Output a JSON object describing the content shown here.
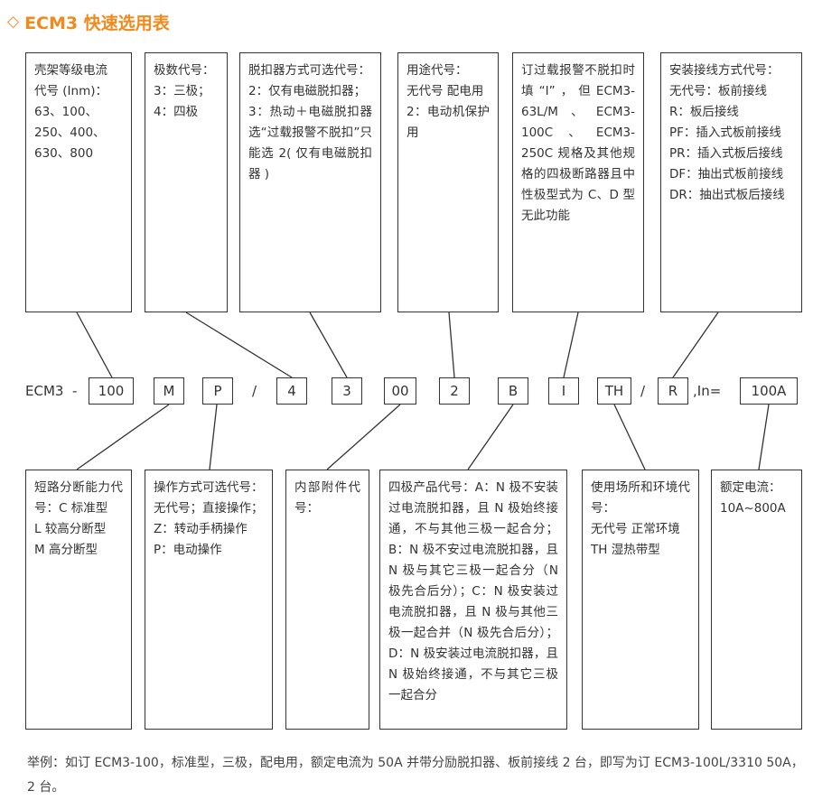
{
  "header": {
    "icon": "diamond-outline-icon",
    "title": "ECM3 快速选用表"
  },
  "top_boxes": [
    {
      "id": "frame-current",
      "text": "壳架等级电流\n代号 (Inm)：\n63、100、\n250、400、\n630、800"
    },
    {
      "id": "poles",
      "text": "极数代号：\n3：三极；\n4：四极"
    },
    {
      "id": "release-type",
      "text": "脱扣器方式可选代号：\n2：仅有电磁脱扣器；\n3：热动＋电磁脱扣器选“过载报警不脱扣”只能选 2( 仅有电磁脱扣器 )"
    },
    {
      "id": "usage",
      "text": "用途代号：\n无代号 配电用\n2：电动机保护用"
    },
    {
      "id": "overload-alarm",
      "text": "订过载报警不脱扣时填“I”，但ECM3-63L/M、ECM3-100C、ECM3-250C 规格及其他规格的四极断路器且中性极型式为 C、D 型无此功能"
    },
    {
      "id": "wiring",
      "text": "安装接线方式代号：\n无代号：板前接线\nR：板后接线\nPF：插入式板前接线\nPR：插入式板后接线\nDF：抽出式板前接线\nDR：抽出式板后接线"
    }
  ],
  "model_row": {
    "prefix": "ECM3",
    "dash": "-",
    "codes": [
      "100",
      "M",
      "P",
      "4",
      "3",
      "00",
      "2",
      "B",
      "I",
      "TH",
      "R",
      "100A"
    ],
    "slash1": "/",
    "slash2": "/",
    "in_label": ",In="
  },
  "bottom_boxes": [
    {
      "id": "breaking-capacity",
      "text": "短路分断能力代号：C 标准型\nL 较高分断型\nM 高分断型"
    },
    {
      "id": "operation",
      "text": "操作方式可选代号：\n无代号；直接操作；\nZ：转动手柄操作\nP：电动操作"
    },
    {
      "id": "internal-accessory",
      "text": "内部附件代号："
    },
    {
      "id": "four-pole",
      "text": "四极产品代号：A：N 极不安装过电流脱扣器，且 N 极始终接通，不与其他三极一起合分；B：N 极不安过电流脱扣器，且 N 极与其它三极一起合分（N 极先合后分）；C：N 极安装过电流脱扣器，且 N 极与其他三极一起合并（N 极先合后分）；D：N 极安装过电流脱扣器，且 N 极始终接通，不与其它三极一起合分"
    },
    {
      "id": "environment",
      "text": "使用场所和环境代号：\n无代号 正常环境\nTH 湿热带型"
    },
    {
      "id": "rated-current",
      "text": "额定电流：\n10A~800A"
    }
  ],
  "example": "举例：如订 ECM3-100，标准型，三极，配电用，额定电流为 50A 并带分励脱扣器、板前接线 2 台，即写为订 ECM3-100L/3310 50A，2 台。"
}
